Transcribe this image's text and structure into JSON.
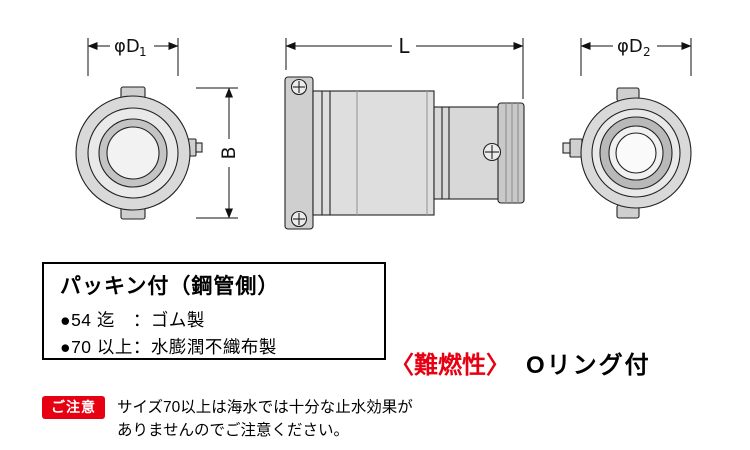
{
  "drawing": {
    "dims": {
      "d1": {
        "base": "φD",
        "sub": "1"
      },
      "d2": {
        "base": "φD",
        "sub": "2"
      },
      "length": "L",
      "height": "B"
    }
  },
  "spec_box": {
    "title": "パッキン付（鋼管側）",
    "items": [
      "●54 迄　：ゴム製",
      "●70 以上：水膨潤不織布製"
    ]
  },
  "labels": {
    "flame_retardant": "〈難燃性〉",
    "o_ring": "Oリング付"
  },
  "notice": {
    "badge": "ご注意",
    "lines": [
      "サイズ70以上は海水では十分な止水効果が",
      "ありませんのでご注意ください。"
    ]
  },
  "colors": {
    "accent_red": "#e60012",
    "line_black": "#1a1a1a",
    "metal_gray": "#d9d9d9"
  }
}
